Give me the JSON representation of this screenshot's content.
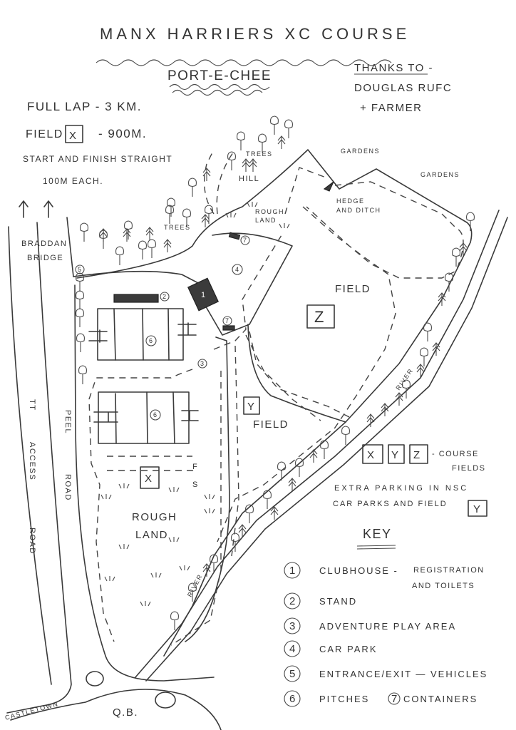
{
  "title": "MANX HARRIERS XC COURSE",
  "subtitle": "PORT-E-CHEE",
  "thanks": [
    "THANKS TO -",
    "DOUGLAS RUFC",
    "+ FARMER"
  ],
  "info": {
    "full_lap": "FULL LAP - 3 KM.",
    "field_x_prefix": "FIELD",
    "field_x_box": "X",
    "field_x_dist": "- 900M.",
    "start_finish_line1": "START AND FINISH STRAIGHT",
    "start_finish_line2": "100M EACH."
  },
  "map_labels": {
    "braddan_bridge": [
      "BRADDAN",
      "BRIDGE"
    ],
    "tt_access_road": [
      "TT",
      "ACCESS",
      "ROAD"
    ],
    "peel_road": [
      "PEEL",
      "ROAD"
    ],
    "castletown": "CASTLETOWN",
    "qb": "Q.B.",
    "trees": "TREES",
    "hill": "HILL",
    "rough_land_top": [
      "ROUGH",
      "LAND"
    ],
    "rough_land": [
      "ROUGH",
      "LAND"
    ],
    "gardens_1": "GARDENS",
    "gardens_2": "GARDENS",
    "hedge_and_ditch": [
      "HEDGE",
      "AND DITCH"
    ],
    "field_z": "FIELD",
    "field_y": "FIELD",
    "river_1": "RIVER",
    "river_2": "RIVER",
    "finish_marker": "F",
    "start_marker": "S",
    "box_x": "X",
    "box_y": "Y",
    "box_z": "Z",
    "markers": [
      "1",
      "2",
      "3",
      "4",
      "5",
      "6",
      "6",
      "7",
      "7"
    ]
  },
  "legend": {
    "boxes": [
      "X",
      "Y",
      "Z"
    ],
    "course_fields": [
      "- COURSE",
      "FIELDS"
    ],
    "extra_parking": [
      "EXTRA PARKING IN NSC",
      "CAR PARKS AND FIELD"
    ],
    "extra_parking_box": "Y"
  },
  "key": {
    "title": "KEY",
    "items": [
      {
        "num": "1",
        "label": "CLUBHOUSE -",
        "note": [
          "REGISTRATION",
          "AND TOILETS"
        ]
      },
      {
        "num": "2",
        "label": "STAND"
      },
      {
        "num": "3",
        "label": "ADVENTURE PLAY AREA"
      },
      {
        "num": "4",
        "label": "CAR PARK"
      },
      {
        "num": "5",
        "label": "ENTRANCE/EXIT — VEHICLES"
      },
      {
        "num": "6",
        "label": "PITCHES"
      },
      {
        "num": "7",
        "label": "CONTAINERS"
      }
    ]
  }
}
